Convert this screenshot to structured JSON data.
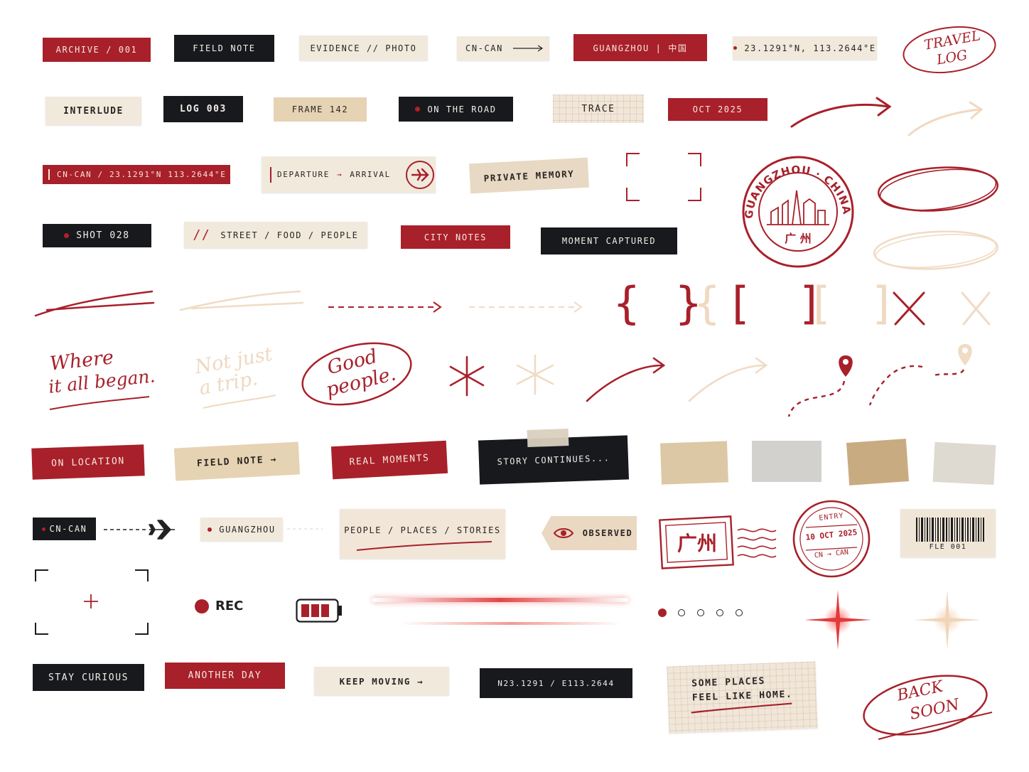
{
  "row1": {
    "archive": "ARCHIVE / 001",
    "field_note": "FIELD NOTE",
    "evidence": "EVIDENCE // PHOTO",
    "cn_can": "CN-CAN",
    "guangzhou": "GUANGZHOU | 中国",
    "coords": "23.1291°N, 113.2644°E",
    "travel_log_1": "TRAVEL",
    "travel_log_2": "LOG"
  },
  "row2": {
    "interlude": "INTERLUDE",
    "log": "LOG 003",
    "frame": "FRAME 142",
    "on_the_road": "ON THE ROAD",
    "trace": "TRACE",
    "oct": "OCT 2025"
  },
  "row3": {
    "cn_coords": "CN-CAN / 23.1291°N 113.2644°E",
    "departure": "DEPARTURE",
    "arrival": "ARRIVAL",
    "private_memory": "PRIVATE MEMORY",
    "stamp_ring": "GUANGZHOU · CHINA",
    "stamp_city": "广 州"
  },
  "row4": {
    "shot": "SHOT 028",
    "street": "STREET / FOOD / PEOPLE",
    "slashes": "//",
    "city_notes": "CITY NOTES",
    "moment": "MOMENT CAPTURED"
  },
  "script": {
    "where_1": "Where",
    "where_2": "it all began.",
    "not_1": "Not just",
    "not_2": "a trip.",
    "good_1": "Good",
    "good_2": "people."
  },
  "row7": {
    "on_location": "ON LOCATION",
    "field_note": "FIELD NOTE →",
    "real_moments": "REAL MOMENTS",
    "story": "STORY CONTINUES..."
  },
  "row8": {
    "cn_can": "CN-CAN",
    "guangzhou": "GUANGZHOU",
    "people": "PEOPLE / PLACES / STORIES",
    "observed": "OBSERVED",
    "stamp_cn": "广州",
    "entry": "ENTRY",
    "entry_date": "10 OCT 2025",
    "entry_route": "CN → CAN",
    "barcode": "FLE 001"
  },
  "row9": {
    "rec": "REC"
  },
  "row10": {
    "stay_curious": "STAY CURIOUS",
    "another_day": "ANOTHER DAY",
    "keep_moving": "KEEP MOVING →",
    "n_coords": "N23.1291 / E113.2644",
    "some_places_1": "SOME PLACES",
    "some_places_2": "FEEL LIKE HOME.",
    "back_1": "BACK",
    "back_2": "SOON"
  },
  "colors": {
    "accent_red": "#a8202a",
    "ink_black": "#17191d",
    "paper_cream": "#f1e9dc",
    "paper_tan": "#e6d3b4"
  }
}
